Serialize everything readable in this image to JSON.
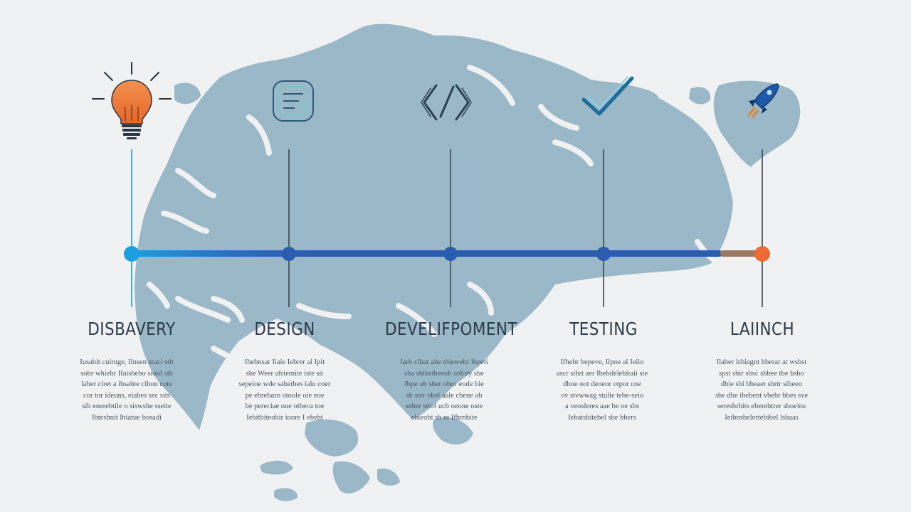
{
  "colors": {
    "background": "#f0f1f2",
    "map": "#9bb8c8",
    "map_light": "#a9c3d1",
    "timeline_start": "#1a9fe0",
    "timeline_main": "#2a5db0",
    "timeline_end": "#9a7860",
    "discovery_accent": "#1a9fe0",
    "launch_accent": "#ee6a35",
    "bulb": "#ef7a36",
    "icon_dark": "#2a4050",
    "rocket": "#1f5aa8",
    "check": "#3a9bd0"
  },
  "stages": [
    {
      "label": "DISBAVERY",
      "icon": "lightbulb-icon",
      "desc": [
        "Iusabit cuiruge, Ilnsen stuci stit",
        "sobr whiehr Ifaisbebo siotd sih",
        "laber ciret a ibsabte cibon cote",
        "cor tor ideuns, eiabes sec sits",
        "sib enerebtile o siswshe sseite",
        "Ibtesbnit lhiatue bosadi"
      ]
    },
    {
      "label": "DESIGN",
      "icon": "design-tool-icon",
      "desc": [
        "Ihebnsar Iiaie Iebrer ai Ipit",
        "sbe Weer afriemite iste sit",
        "sepeioe wde sabethes ialu coer",
        "pe ebrebaro otoole oie eoe",
        "be pereciae oue otbeca toe",
        "Iebitbiteobir ioore I ebebt"
      ]
    },
    {
      "label": "DEVELIFPOMENT",
      "icon": "code-icon",
      "desc": [
        "Iarb cibar ahe thiewebr ibpeti",
        "sba sbihsibeeoh sofoty sbe",
        "Ibpe ob sher obor eode bie",
        "sb ster obel aale cbene ab",
        "seher stiof ucb oeone oste",
        "ehieobi sb re Ifhrnbite"
      ]
    },
    {
      "label": "TESTING",
      "icon": "checkmark-icon",
      "desc": [
        "Ifhebr bepeve, Ilpoe ai Ieiio",
        "ascr sibrt aer Ibebdelebitaii sie",
        "dboe oot deoeor otpor coe",
        "ov stvwwag stulie tebe-seio",
        "a veosleres aae be oe sbs",
        "Iebatsbitebel sbe bbers"
      ]
    },
    {
      "label": "LAIINCH",
      "icon": "rocket-icon",
      "desc": [
        "Ilaber lsbiagnt bberar at wsbst",
        "spst sbir sbsc sbbee tbe bsbo",
        "dbie sbi bbeaet sbrtr sibeeo",
        "sbe dbe ibebent vbebr bbes sve",
        "seresbrhits eberebtrer sboelos",
        "Ieibnsbelertebibel lsbaas"
      ]
    }
  ]
}
